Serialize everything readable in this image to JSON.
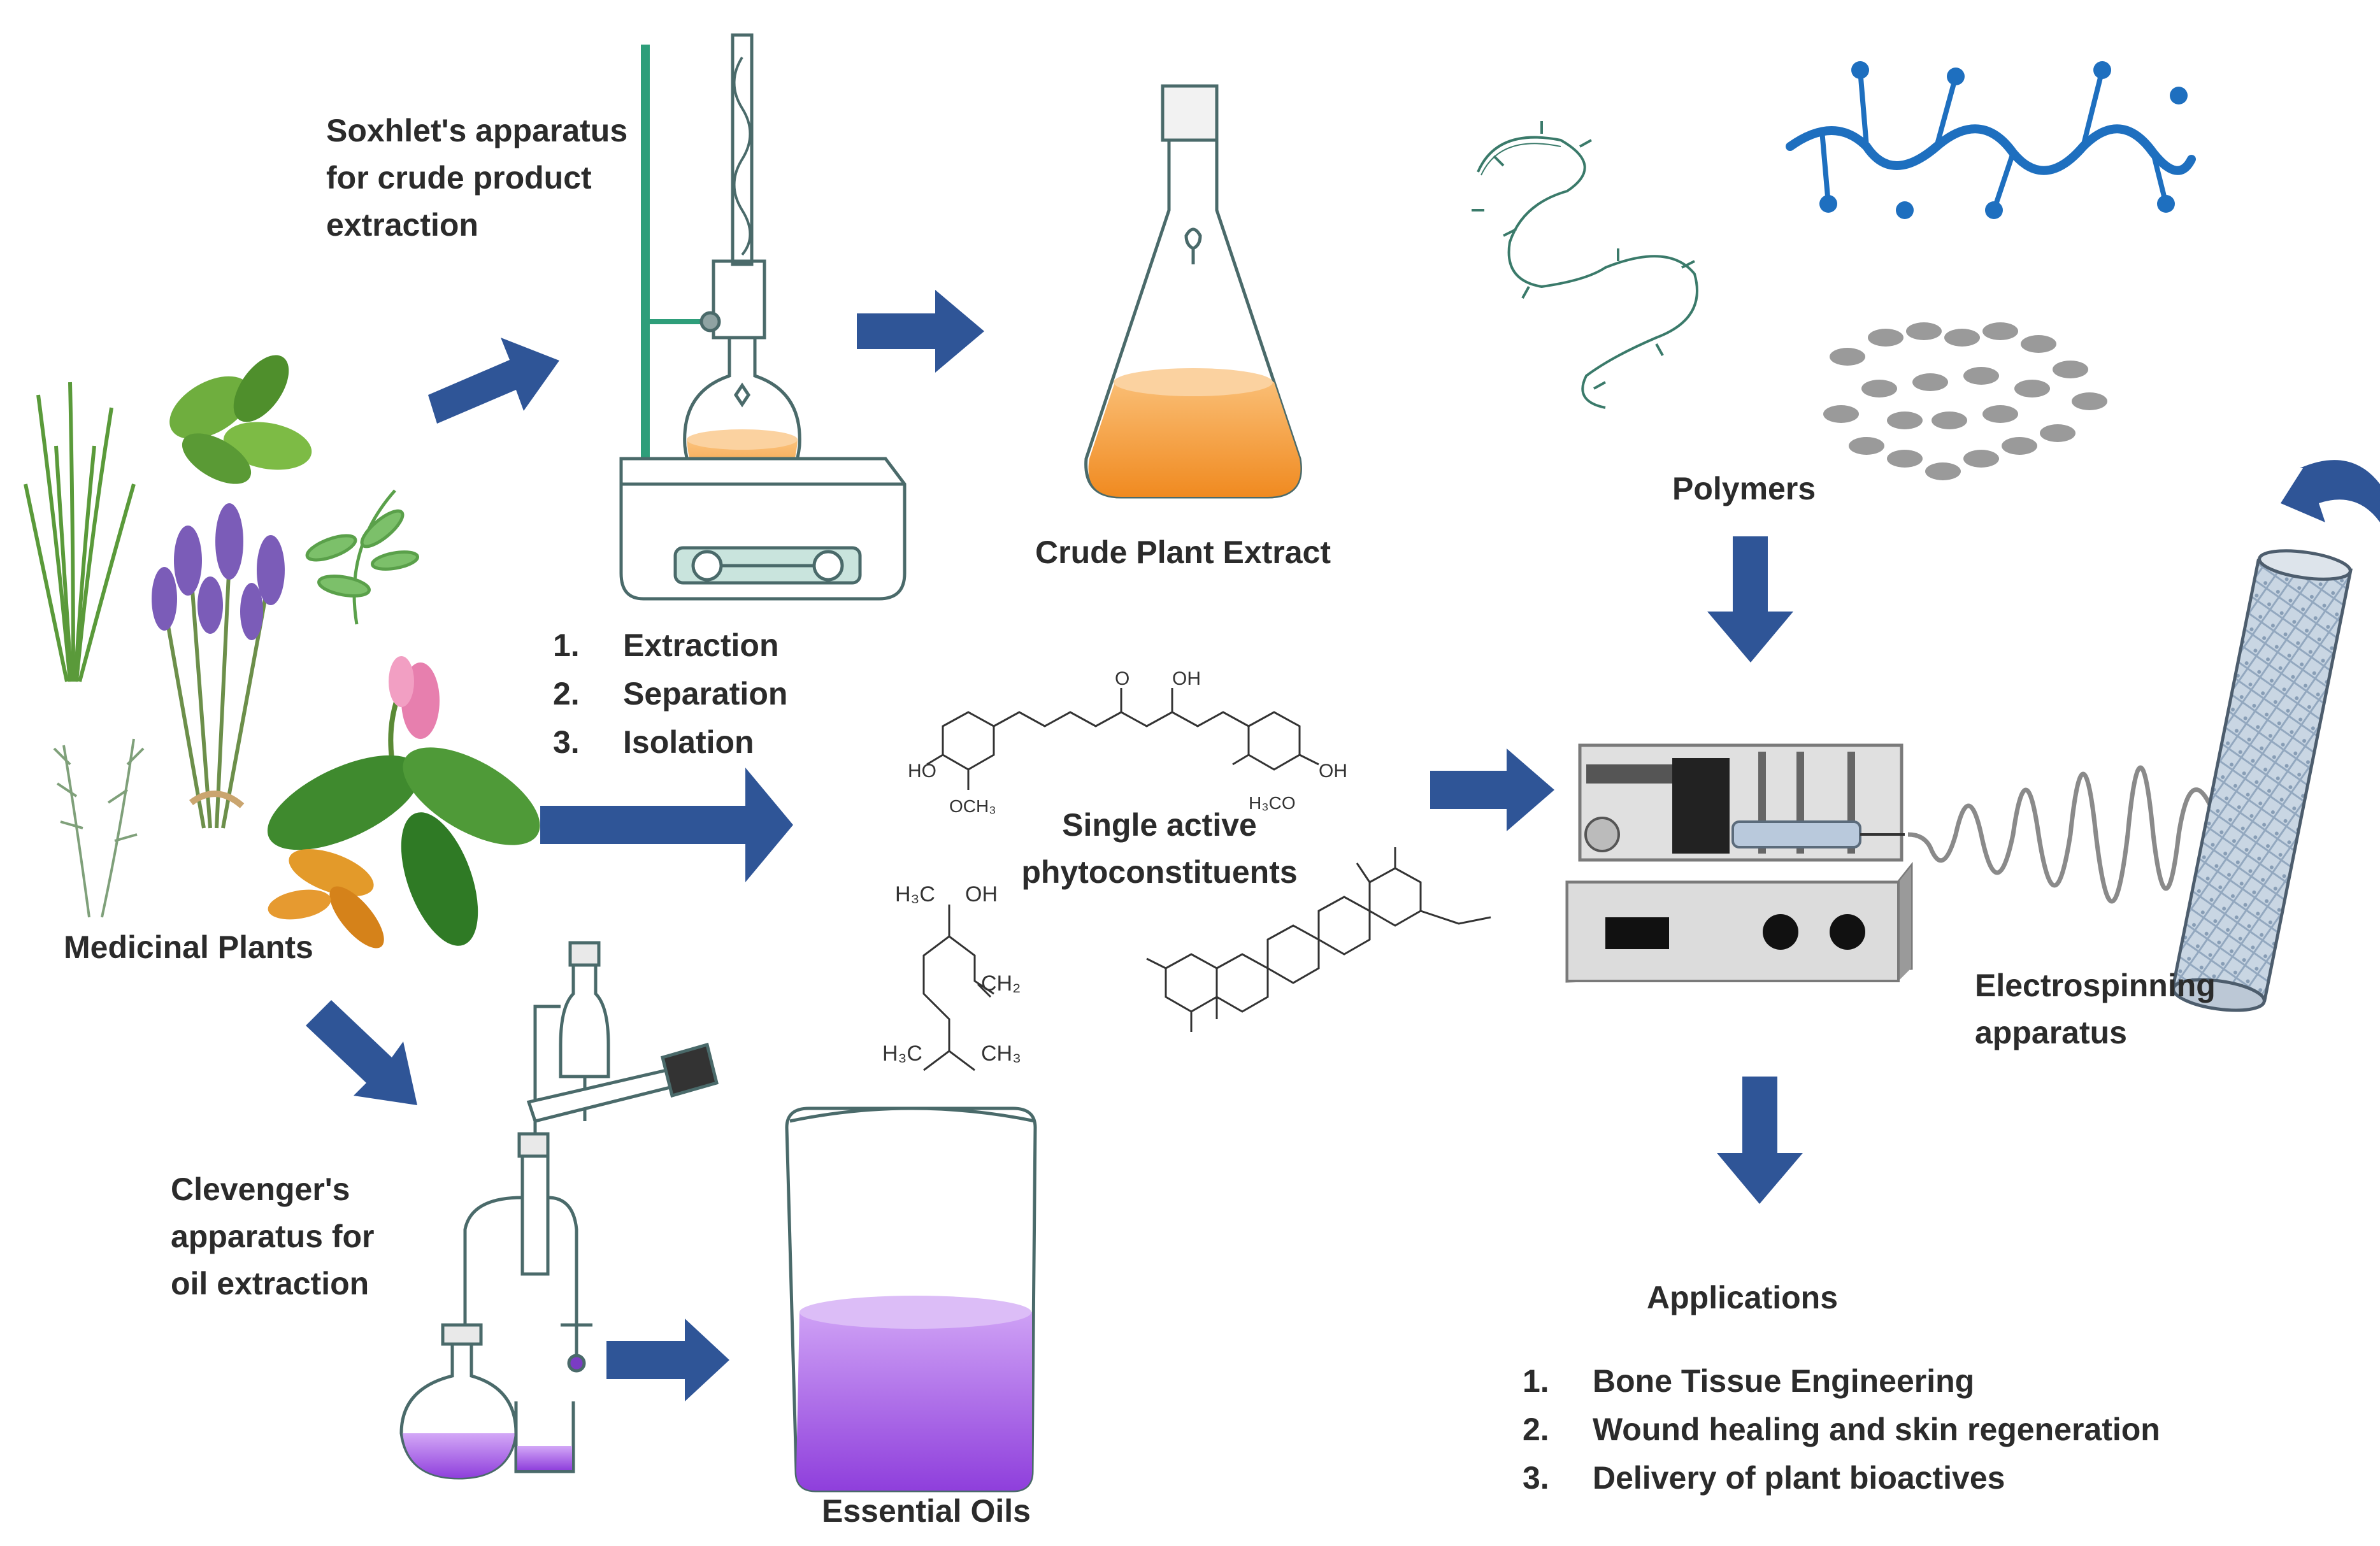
{
  "labels": {
    "soxhlet": [
      "Soxhlet's apparatus",
      "for crude product",
      "extraction"
    ],
    "medicinal_plants": "Medicinal Plants",
    "crude_extract": "Crude Plant Extract",
    "polymers": "Polymers",
    "single_active": [
      "Single active",
      "phytoconstituents"
    ],
    "clevenger": [
      "Clevenger's",
      "apparatus for",
      "oil extraction"
    ],
    "essential_oils": "Essential Oils",
    "electrospinning": [
      "Electrospinning",
      "apparatus"
    ],
    "applications": "Applications"
  },
  "process_steps": [
    {
      "num": "1.",
      "text": "Extraction"
    },
    {
      "num": "2.",
      "text": "Separation"
    },
    {
      "num": "3.",
      "text": "Isolation"
    }
  ],
  "applications_list": [
    {
      "num": "1.",
      "text": "Bone Tissue Engineering"
    },
    {
      "num": "2.",
      "text": "Wound healing and skin regeneration"
    },
    {
      "num": "3.",
      "text": "Delivery of plant bioactives"
    }
  ],
  "chem_labels": {
    "curcumin_o": "O",
    "curcumin_oh_top": "OH",
    "curcumin_ho_left": "HO",
    "curcumin_och3": "OCH₃",
    "curcumin_h3co": "H₃CO",
    "curcumin_oh_right": "OH",
    "linalool_h3c_top": "H₃C",
    "linalool_oh": "OH",
    "linalool_ch2": "CH₂",
    "linalool_h3c_bottom": "H₃C",
    "linalool_ch3": "CH₃"
  },
  "colors": {
    "arrow": "#2f5597",
    "orange_liquid": "#f59a3b",
    "purple_liquid": "#a259e6",
    "green_rod": "#2e9e7a",
    "polymer_blue": "#1e6fbf",
    "glass_stroke": "#4a6a6a"
  }
}
